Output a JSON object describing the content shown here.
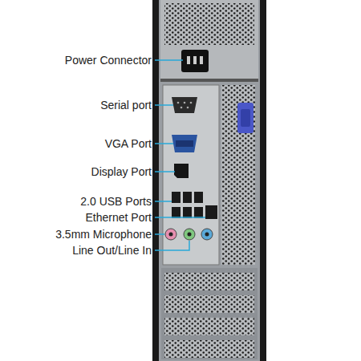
{
  "diagram": {
    "labels": [
      "Power Connector",
      "Serial port",
      "VGA Port",
      "Display Port",
      "2.0 USB Ports",
      "Ethernet Port",
      "3.5mm Microphone",
      "Line Out/Line In"
    ]
  }
}
